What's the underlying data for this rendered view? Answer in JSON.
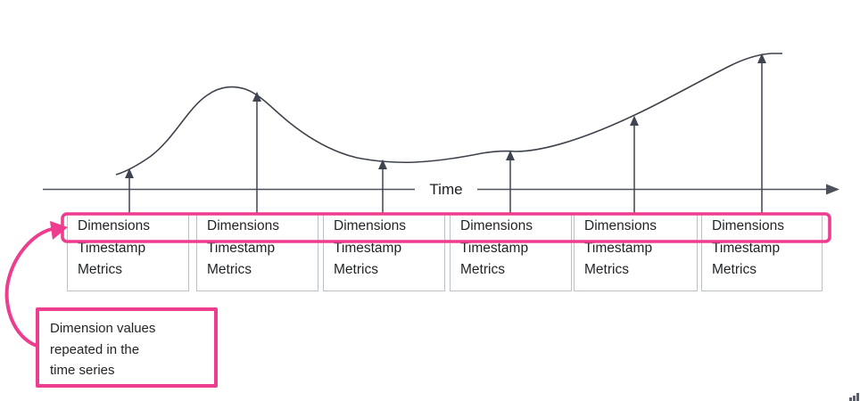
{
  "diagram": {
    "axis": {
      "label": "Time"
    },
    "records": [
      {
        "fields": [
          "Dimensions",
          "Timestamp",
          "Metrics"
        ]
      },
      {
        "fields": [
          "Dimensions",
          "Timestamp",
          "Metrics"
        ]
      },
      {
        "fields": [
          "Dimensions",
          "Timestamp",
          "Metrics"
        ]
      },
      {
        "fields": [
          "Dimensions",
          "Timestamp",
          "Metrics"
        ]
      },
      {
        "fields": [
          "Dimensions",
          "Timestamp",
          "Metrics"
        ]
      },
      {
        "fields": [
          "Dimensions",
          "Timestamp",
          "Metrics"
        ]
      }
    ],
    "callout": {
      "lines": [
        "Dimension values",
        "repeated in the",
        "time series"
      ]
    },
    "colors": {
      "accent_pink": "#ee3d8f",
      "curve_stroke": "#3c414b",
      "axis_stroke": "#4c515a",
      "box_border": "#bcc1c7",
      "text": "#1f2226"
    }
  }
}
